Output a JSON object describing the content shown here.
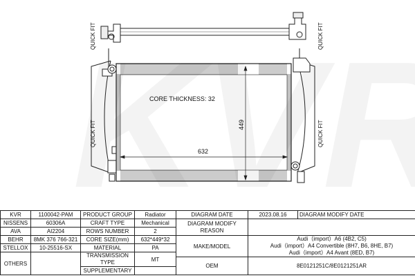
{
  "watermark": "KVR",
  "diagram": {
    "core_thickness": "CORE THICKNESS: 32",
    "width_dim": "632",
    "height_dim": "449",
    "quick_fit_labels": [
      "QUICK FIT",
      "QUICK FIT",
      "QUICK FIT",
      "QUICK FIT"
    ]
  },
  "table": {
    "r1": {
      "kvr_label": "KVR",
      "kvr_value": "1100042-PAM",
      "pg_label": "PRODUCT GROUP",
      "pg_value": "Radiator",
      "dd_label": "DIAGRAM DATE",
      "dd_value": "2023.08.16",
      "dmd_label": "DIAGRAM MODIFY DATE",
      "dmd_value": ""
    },
    "r2": {
      "brand": "NISSENS",
      "value": "60306A",
      "label": "CRAFT TYPE",
      "spec": "Mechanical",
      "reason_label": "DIAGRAM MODIFY REASON",
      "reason_value": ""
    },
    "r3": {
      "brand": "AVA",
      "value": "AI2204",
      "label": "ROWS NUMBER",
      "spec": "2"
    },
    "r4": {
      "brand": "BEHR",
      "value": "8MK 376 766-321",
      "label": "CORE SIZE(mm)",
      "spec": "632*449*32"
    },
    "r5": {
      "brand": "STELLOX",
      "value": "10-25516-SX",
      "label": "MATERIAL",
      "spec": "PA"
    },
    "r6": {
      "brand": "OTHERS",
      "value": "",
      "label": "TRANSMISSION TYPE",
      "spec": "MT",
      "supp_label": "SUPPLEMENTARY",
      "supp_value": ""
    },
    "make_model_label": "MAKE/MODEL",
    "make_model": [
      "Audi（import）A6 (4B2, C5)",
      "Audi（import）A4 Convertible (8H7, B6, 8HE, B7)",
      "Audi（import）A4 Avant (8ED, B7)"
    ],
    "oem_label": "OEM",
    "oem_value": "8E0121251C/8E0121251AR"
  }
}
